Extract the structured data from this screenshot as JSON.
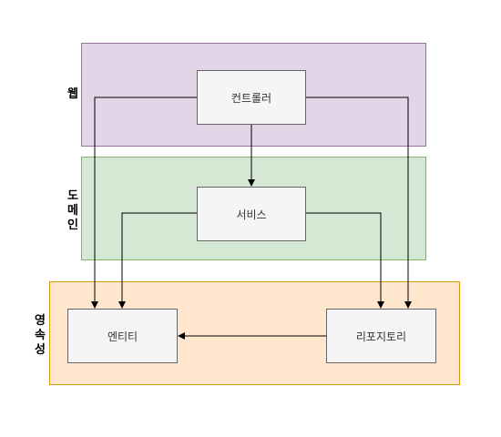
{
  "layers": {
    "web": "웹",
    "domain": "도메인",
    "persistence": "영속성"
  },
  "components": {
    "controller": "컨트롤러",
    "service": "서비스",
    "entity": "엔티티",
    "repository": "리포지토리"
  },
  "colors": {
    "web_fill": "#e1d5e7",
    "web_stroke": "#9673a6",
    "domain_fill": "#d5e8d4",
    "domain_stroke": "#82b366",
    "persistence_fill": "#ffe6cc",
    "persistence_stroke": "#d79b00",
    "box_fill": "#f5f5f5",
    "box_stroke": "#666666"
  },
  "edges": [
    {
      "from": "컨트롤러",
      "to": "서비스"
    },
    {
      "from": "컨트롤러",
      "to": "엔티티"
    },
    {
      "from": "컨트롤러",
      "to": "리포지토리"
    },
    {
      "from": "서비스",
      "to": "엔티티"
    },
    {
      "from": "서비스",
      "to": "리포지토리"
    },
    {
      "from": "리포지토리",
      "to": "엔티티"
    }
  ]
}
